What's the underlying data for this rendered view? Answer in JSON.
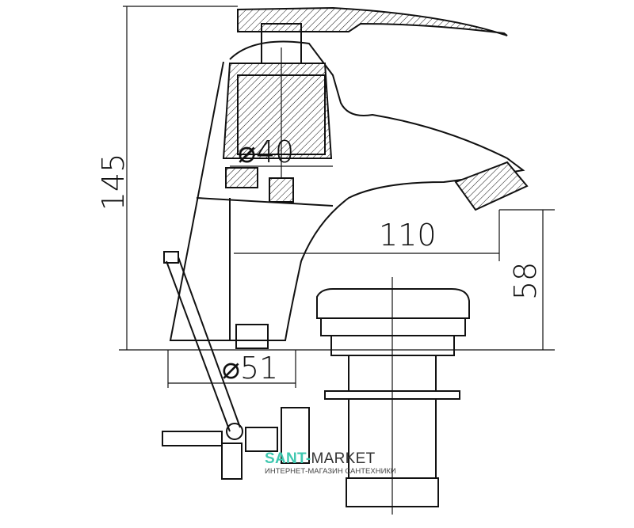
{
  "drawing": {
    "dimensions": {
      "height_total": "145",
      "cartridge_diameter": "⌀40",
      "spout_reach": "110",
      "spout_height": "58",
      "base_diameter": "⌀51"
    }
  },
  "watermark": {
    "brand_part1": "SANT-",
    "brand_part2": "MARKET",
    "tagline": "ИНТЕРНЕТ-МАГАЗИН САНТЕХНИКИ",
    "color": "#3fc8b0"
  }
}
